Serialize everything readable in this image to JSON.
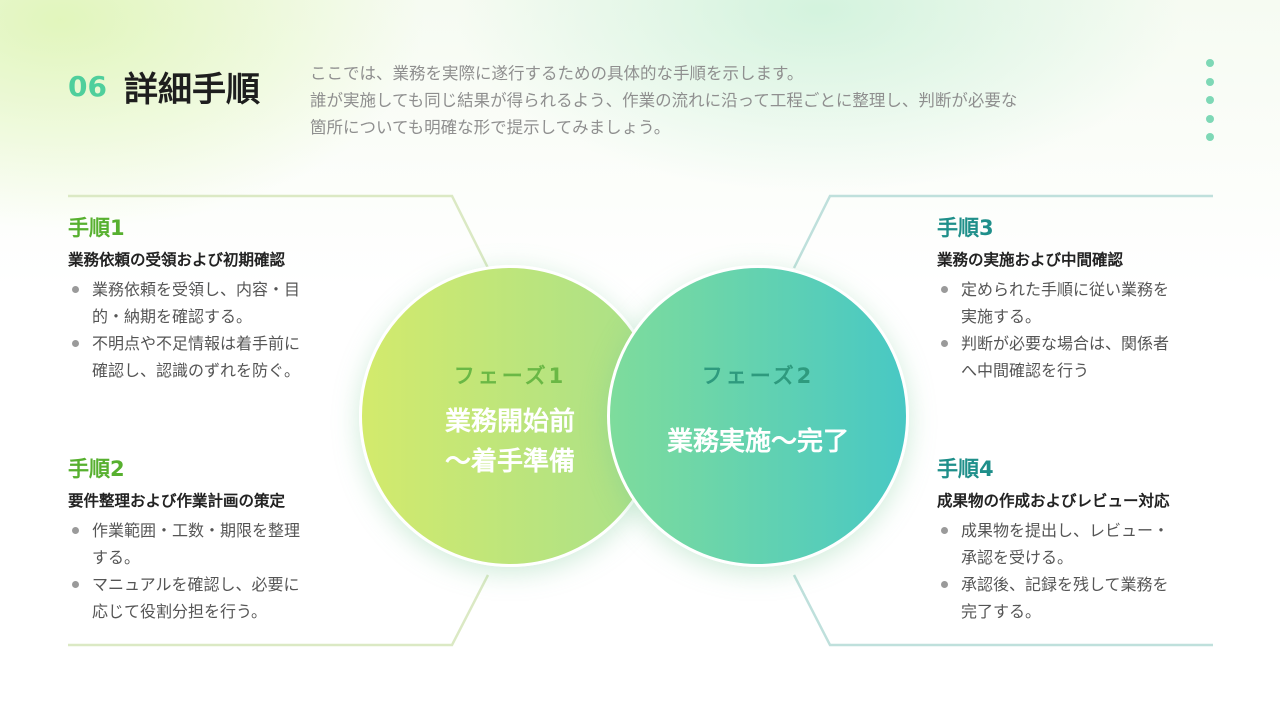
{
  "header": {
    "number": "06",
    "title": "詳細手順",
    "intro_lines": [
      "ここでは、業務を実際に遂行するための具体的な手順を示します。",
      "誰が実施しても同じ結果が得られるよう、作業の流れに沿って工程ごとに整理し、判断が必要な",
      "箇所についても明確な形で提示してみましょう。"
    ]
  },
  "colors": {
    "accent_green": "#57b02f",
    "accent_teal": "#1f8f8a",
    "number_color": "#4fcf9c",
    "phase1_gradient": [
      "#d3ea6c",
      "#a8e08a"
    ],
    "phase2_gradient": [
      "#7edc9c",
      "#48c8c4"
    ]
  },
  "steps": [
    {
      "heading": "手順1",
      "subtitle": "業務依頼の受領および初期確認",
      "bullets": [
        [
          "業務依頼を受領し、内容・目",
          "的・納期を確認する。"
        ],
        [
          "不明点や不足情報は着手前に",
          "確認し、認識のずれを防ぐ。"
        ]
      ]
    },
    {
      "heading": "手順2",
      "subtitle": "要件整理および作業計画の策定",
      "bullets": [
        [
          "作業範囲・工数・期限を整理",
          "する。"
        ],
        [
          "マニュアルを確認し、必要に",
          "応じて役割分担を行う。"
        ]
      ]
    },
    {
      "heading": "手順3",
      "subtitle": "業務の実施および中間確認",
      "bullets": [
        [
          "定められた手順に従い業務を",
          "実施する。"
        ],
        [
          "判断が必要な場合は、関係者",
          "へ中間確認を行う"
        ]
      ]
    },
    {
      "heading": "手順4",
      "subtitle": "成果物の作成およびレビュー対応",
      "bullets": [
        [
          "成果物を提出し、レビュー・",
          "承認を受ける。"
        ],
        [
          "承認後、記録を残して業務を",
          "完了する。"
        ]
      ]
    }
  ],
  "phases": [
    {
      "label": "フェーズ1",
      "main_lines": [
        "業務開始前",
        "～着手準備"
      ]
    },
    {
      "label": "フェーズ2",
      "main_lines": [
        "業務実施～完了"
      ]
    }
  ]
}
